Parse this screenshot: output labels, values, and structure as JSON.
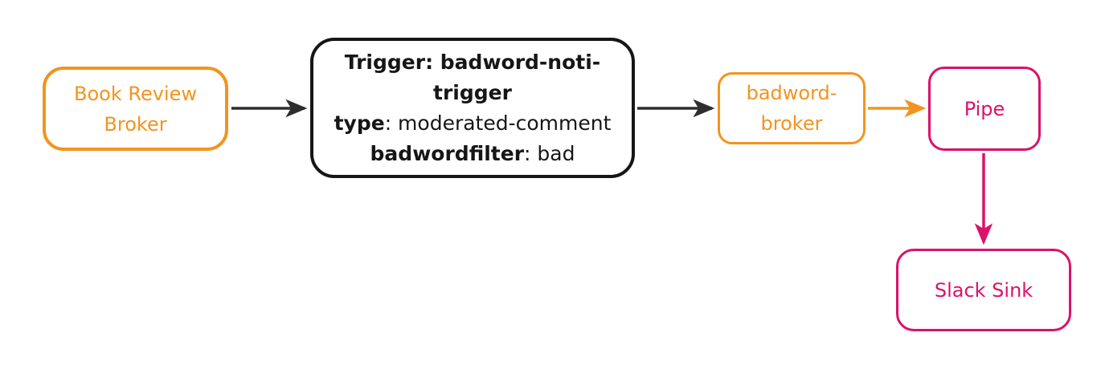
{
  "diagram": {
    "background": "#ffffff",
    "colors": {
      "orange": "#F2941E",
      "pink": "#DB126A",
      "black": "#161616",
      "dark": "#2E2E2E"
    },
    "nodes": {
      "book_review_broker": {
        "label": "Book Review Broker",
        "color": "orange"
      },
      "trigger": {
        "color": "black",
        "lines": [
          {
            "bold": "Trigger: badword-noti-trigger",
            "rest": ""
          },
          {
            "bold": "type",
            "rest": ": moderated-comment"
          },
          {
            "bold": "badwordfilter",
            "rest": ": bad"
          }
        ]
      },
      "badword_broker": {
        "label": "badword-broker",
        "color": "orange"
      },
      "pipe": {
        "label": "Pipe",
        "color": "pink"
      },
      "slack_sink": {
        "label": "Slack Sink",
        "color": "pink"
      }
    },
    "edges": [
      {
        "from": "book_review_broker",
        "to": "trigger",
        "color": "dark"
      },
      {
        "from": "trigger",
        "to": "badword_broker",
        "color": "dark"
      },
      {
        "from": "badword_broker",
        "to": "pipe",
        "color": "orange"
      },
      {
        "from": "pipe",
        "to": "slack_sink",
        "color": "pink"
      }
    ]
  }
}
